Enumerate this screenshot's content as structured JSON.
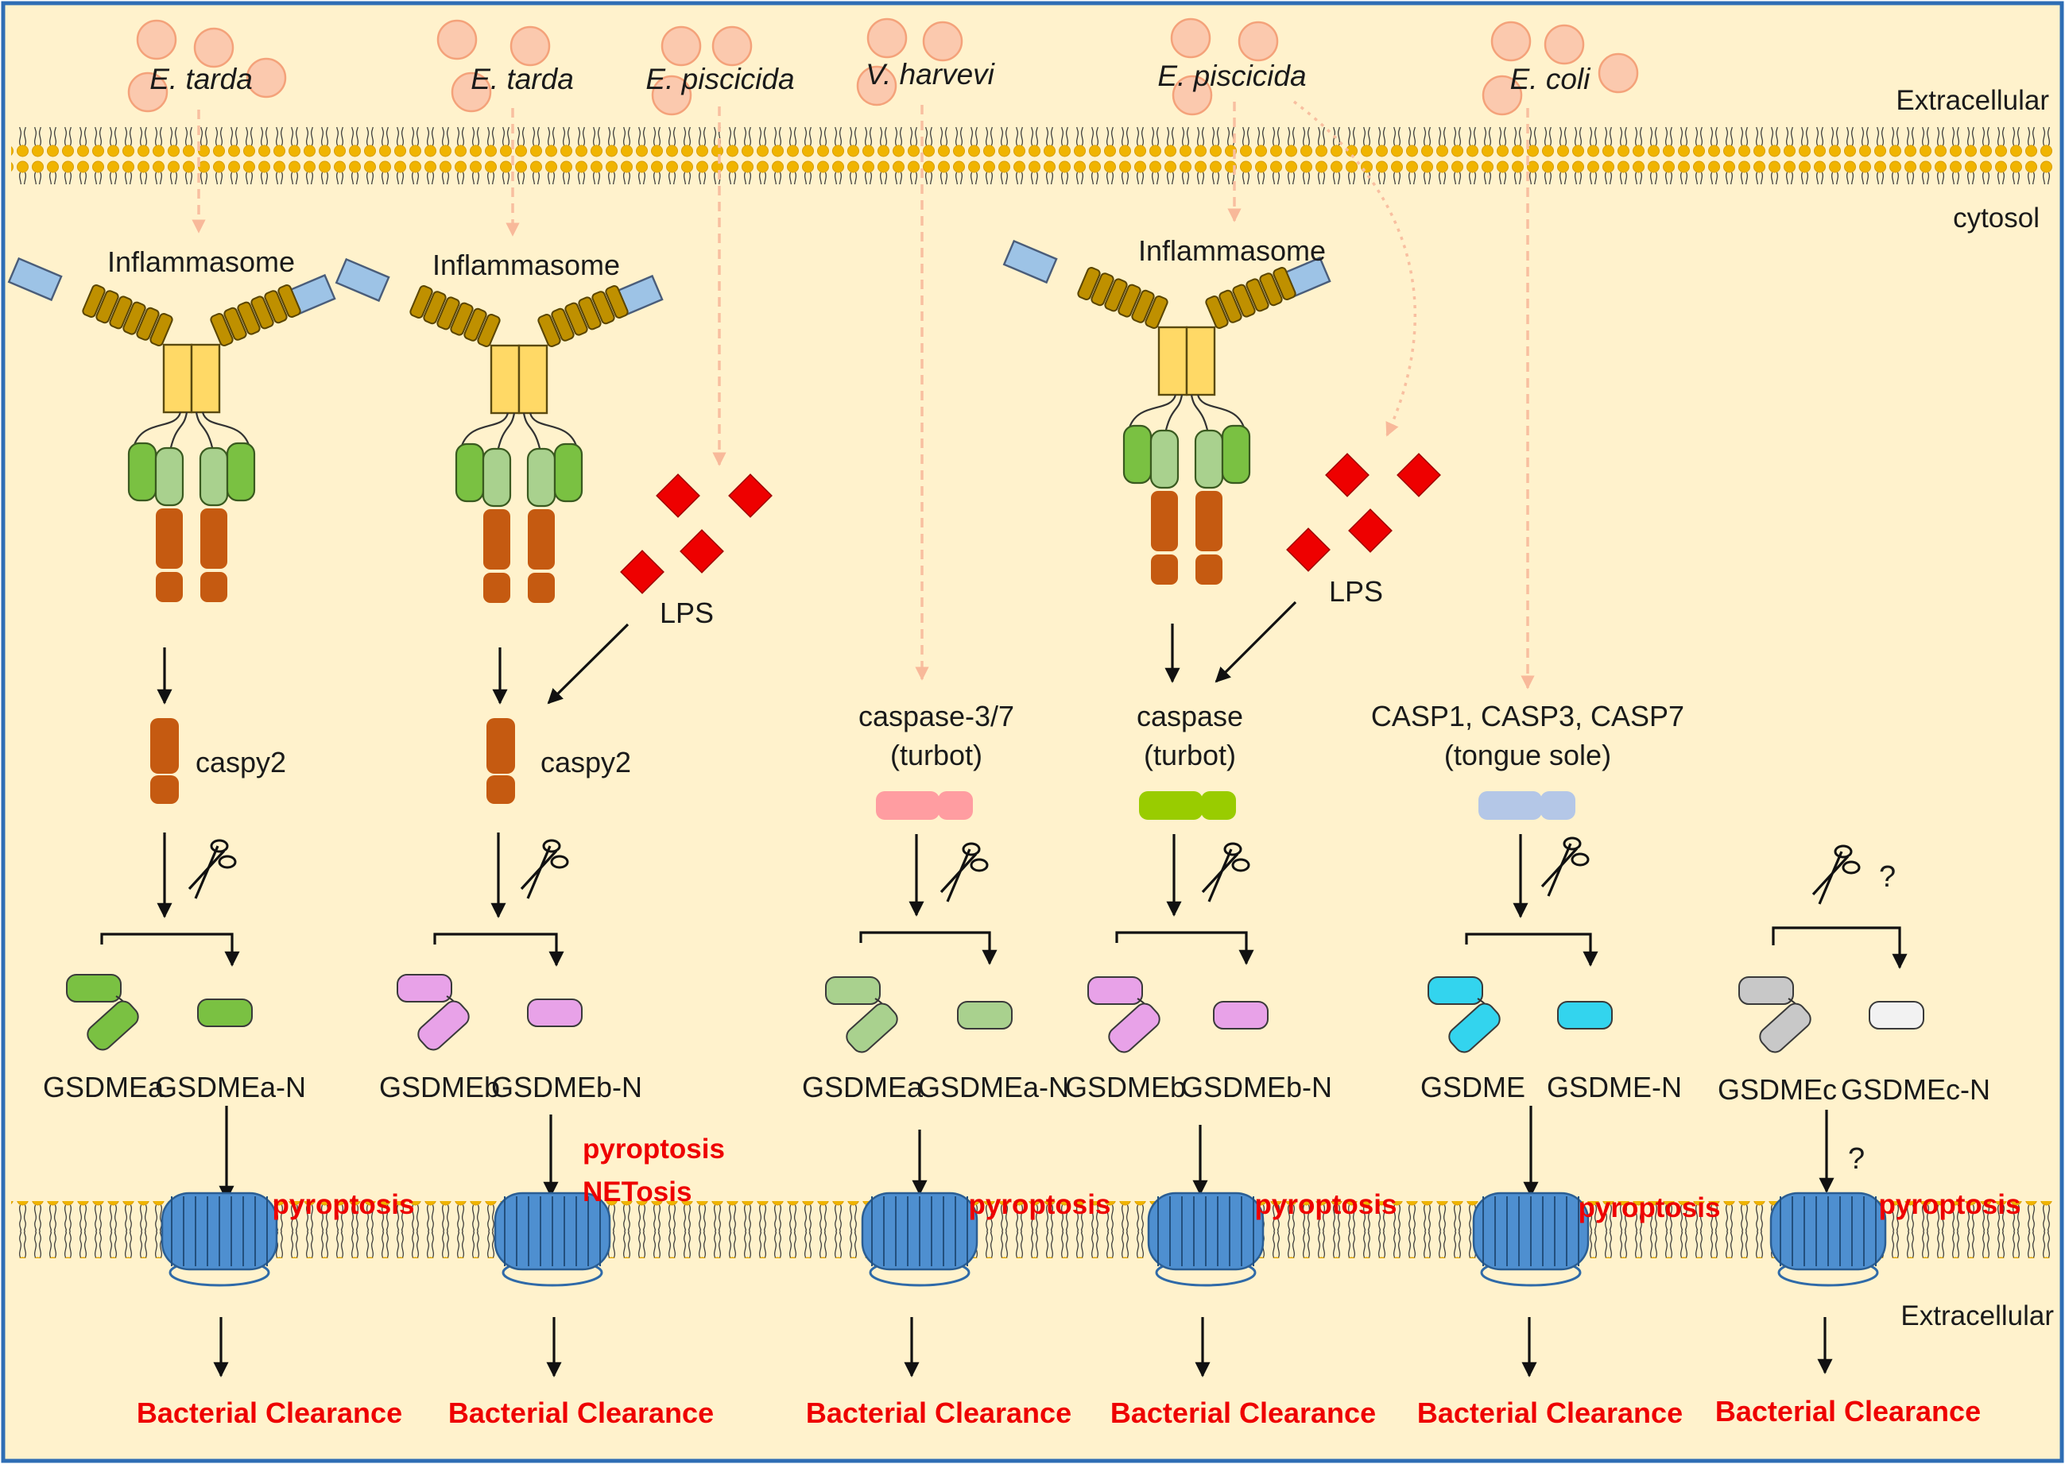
{
  "zones": {
    "extracellular_top": "Extracellular",
    "cytosol": "cytosol",
    "extracellular_bottom": "Extracellular"
  },
  "bacteria": [
    {
      "name": "E. tarda"
    },
    {
      "name": "E. tarda"
    },
    {
      "name": "E. piscicida"
    },
    {
      "name": "V. harvevi"
    },
    {
      "name": "E. piscicida"
    },
    {
      "name": "E. coli"
    }
  ],
  "inflammasomes": [
    {
      "label": "Inflammasome"
    },
    {
      "label": "Inflammasome"
    },
    {
      "label": "Inflammasome"
    }
  ],
  "lps": [
    {
      "label": "LPS"
    },
    {
      "label": "LPS"
    }
  ],
  "caspases": [
    {
      "line1": "caspy2",
      "line2": ""
    },
    {
      "line1": "caspy2",
      "line2": ""
    },
    {
      "line1": "caspase-3/7",
      "line2": "(turbot)"
    },
    {
      "line1": "caspase",
      "line2": "(turbot)"
    },
    {
      "line1": "CASP1, CASP3, CASP7",
      "line2": "(tongue sole)"
    }
  ],
  "gsdme": [
    {
      "full": "GSDMEa",
      "nterm": "GSDMEa-N"
    },
    {
      "full": "GSDMEb",
      "nterm": "GSDMEb-N"
    },
    {
      "full": "GSDMEa",
      "nterm": "GSDMEa-N"
    },
    {
      "full": "GSDMEb",
      "nterm": "GSDMEb-N"
    },
    {
      "full": "GSDME",
      "nterm": "GSDME-N"
    },
    {
      "full": "GSDMEc",
      "nterm": "GSDMEc-N"
    }
  ],
  "outcomes": [
    {
      "lines": [
        "pyroptosis"
      ]
    },
    {
      "lines": [
        "pyroptosis",
        "NETosis"
      ]
    },
    {
      "lines": [
        "pyroptosis"
      ]
    },
    {
      "lines": [
        "pyroptosis"
      ]
    },
    {
      "lines": [
        "pyroptosis"
      ]
    },
    {
      "lines": [
        "pyroptosis"
      ]
    }
  ],
  "question_mark": "?",
  "clearance": [
    "Bacterial Clearance",
    "Bacterial Clearance",
    "Bacterial Clearance",
    "Bacterial Clearance",
    "Bacterial Clearance",
    "Bacterial Clearance"
  ],
  "colors": {
    "background": "#fff2cc",
    "frame": "#2e6db4",
    "lipid_head": "#f0b400",
    "bacterium": "#fbc9ae",
    "bacterium_edge": "#f4a27a",
    "lps": "#ee0000",
    "pore": "#4e8fd0",
    "card_blue": "#9dc3e6",
    "nacht": "#bf9000",
    "asc": "#ffd966",
    "caspase_domain": "#c55a11",
    "green_dark": "#7ac142",
    "green_light": "#a9d18e",
    "gsdmea": "#7ac142",
    "gsdmeb": "#e8a2e8",
    "gsdmea_turbot": "#a9d18e",
    "gsdme_sole": "#33d4ee",
    "gsdmec": "#c8c8c8",
    "casp_turbot_pink": "#ff9da1",
    "casp_turbot_green": "#99cc00",
    "casp_sole_blue": "#b4c7e7",
    "dashed_arrow": "#f8cbad"
  }
}
